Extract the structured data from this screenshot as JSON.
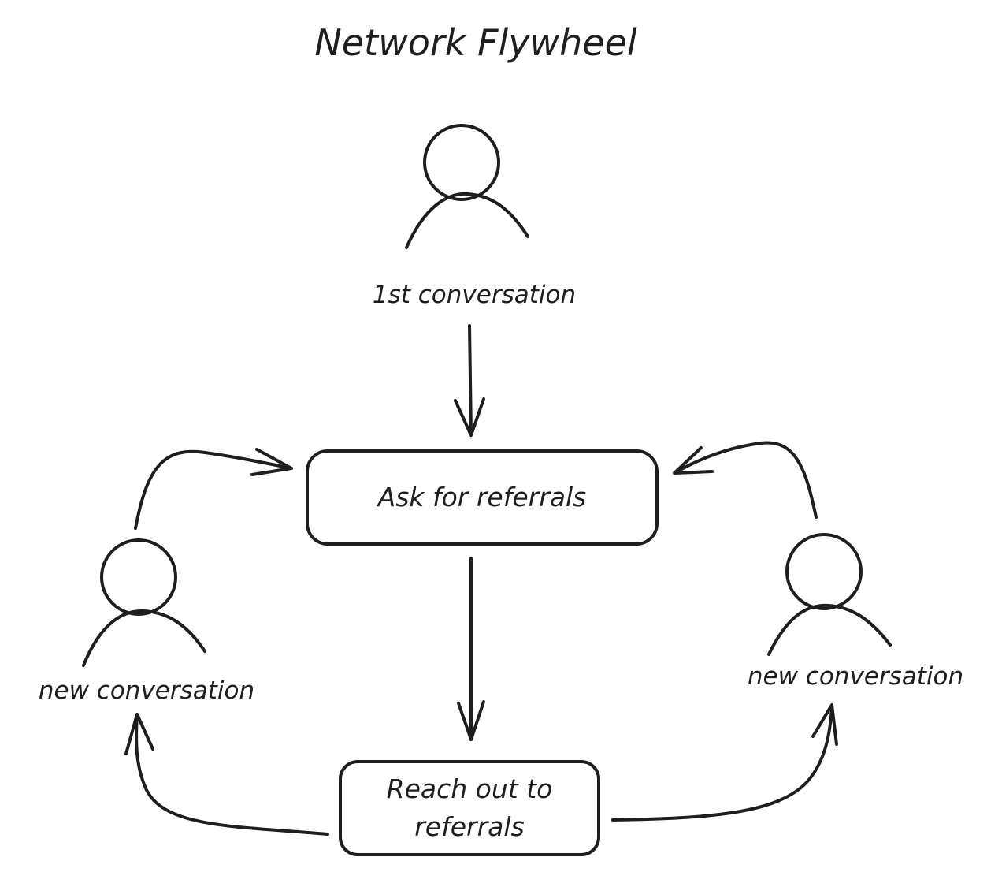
{
  "title": "Network Flywheel",
  "nodes": {
    "first_conversation": "1st conversation",
    "ask_for_referrals": "Ask for referrals",
    "reach_out_line1": "Reach out to",
    "reach_out_line2": "referrals",
    "left_conversation": "new conversation",
    "right_conversation": "new conversation"
  },
  "colors": {
    "ink": "#1e1e1e",
    "background": "#ffffff"
  }
}
